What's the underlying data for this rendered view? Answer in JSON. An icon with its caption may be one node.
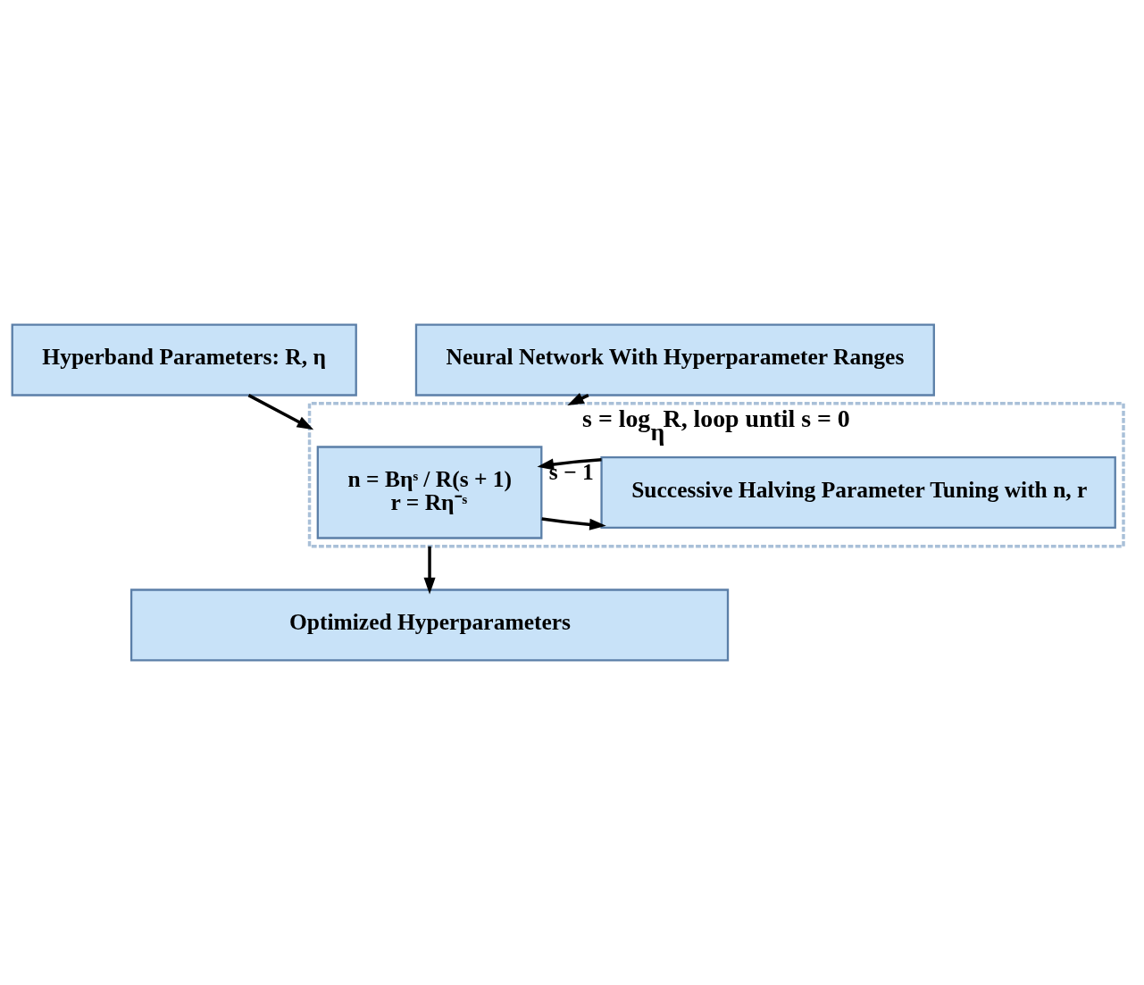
{
  "diagram": {
    "nodes": [
      {
        "text": [
          "Hyperband Parameters: R, η"
        ]
      },
      {
        "text": [
          "Neural Network With Hyperparameter Ranges"
        ]
      },
      {
        "text": [
          "s = log$_{η}$R, loop until s = 0"
        ]
      },
      {
        "text": [
          "n = Bηˢ / R(s + 1)",
          "r = Rη⁻ˢ"
        ],
        "in": 2
      },
      {
        "text": [
          "Successive Halving Parameter Tuning with n, r"
        ],
        "in": 2
      },
      {
        "text": [
          "Optimized Hyperparameters"
        ]
      }
    ],
    "edges": [
      {
        "from": 0,
        "to": 2,
        "arrow": "to"
      },
      {
        "from": 1,
        "to": 2,
        "arrow": "to"
      },
      {
        "from": 3,
        "to": 4,
        "arrow": "to"
      },
      {
        "from": 4,
        "to": 3,
        "arrow": "to",
        "label": "s − 1"
      },
      {
        "from": 2,
        "to": 5,
        "arrow": "to"
      }
    ]
  }
}
